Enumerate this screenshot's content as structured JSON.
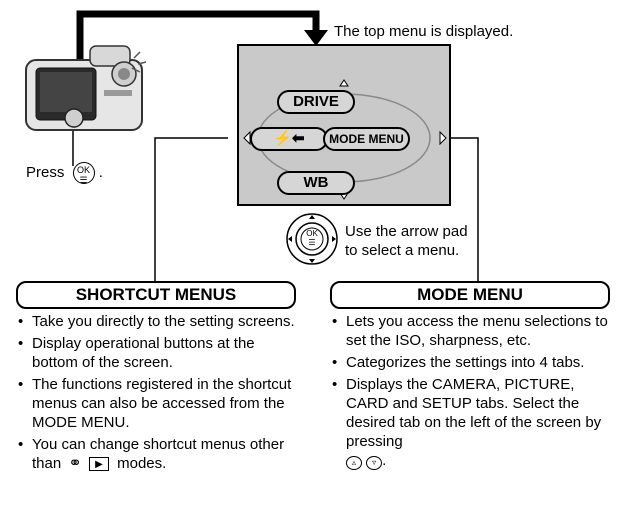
{
  "top_note": "The top menu is displayed.",
  "press_label": "Press",
  "press_period": ".",
  "arrowpad_note": [
    "Use the arrow pad",
    "to select a menu."
  ],
  "screen": {
    "top": "DRIVE",
    "bottom": "WB",
    "right": "MODE MENU",
    "left_icon": "flash-mode-icon"
  },
  "ok_label": "OK",
  "shortcut": {
    "heading": "SHORTCUT MENUS",
    "items": [
      "Take you directly to the setting screens.",
      "Display operational buttons at the bottom of the screen.",
      "The functions registered in the shortcut menus can also be accessed from the MODE MENU."
    ],
    "last_item_prefix": "You can change shortcut menus other than",
    "last_item_suffix": "modes."
  },
  "mode": {
    "heading": "MODE MENU",
    "items": [
      "Lets you access the menu selections to set the ISO, sharpness, etc.",
      "Categorizes the settings into 4 tabs.",
      "Displays the CAMERA, PICTURE, CARD and SETUP tabs. Select the desired tab on the left of the screen by pressing"
    ],
    "last_suffix": "."
  },
  "colors": {
    "screen_bg": "#c9c9c9",
    "pill_bg": "#d6d6d6",
    "line": "#000000"
  }
}
